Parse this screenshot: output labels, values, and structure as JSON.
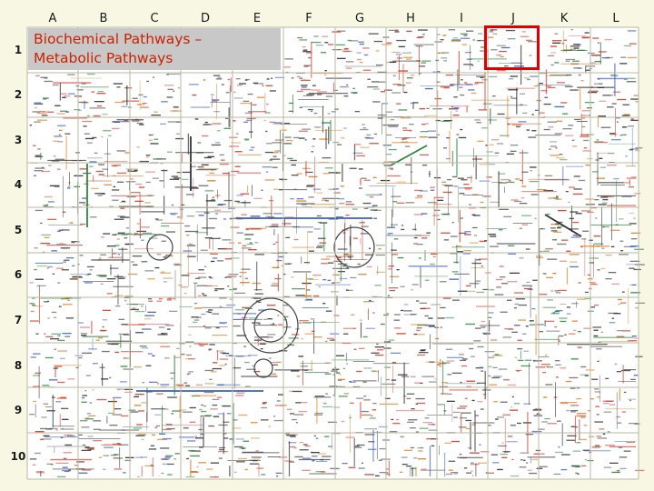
{
  "title": "Biochemical Pathways –\nMetabolic Pathways",
  "grid": {
    "columns": [
      "A",
      "B",
      "C",
      "D",
      "E",
      "F",
      "G",
      "H",
      "I",
      "J",
      "K",
      "L"
    ],
    "rows": [
      "1",
      "2",
      "3",
      "4",
      "5",
      "6",
      "7",
      "8",
      "9",
      "10"
    ]
  },
  "highlight": {
    "column": "J",
    "row": "1",
    "color": "#e00000"
  },
  "colors": {
    "background": "#f7f7e4",
    "title_text": "#cc2200",
    "title_box": "#c8c8c8",
    "pathway_black": "#333333",
    "pathway_red": "#d63a2a",
    "pathway_blue": "#3a5fc8",
    "pathway_green": "#2a8a3a",
    "pathway_orange": "#e07a1a"
  }
}
